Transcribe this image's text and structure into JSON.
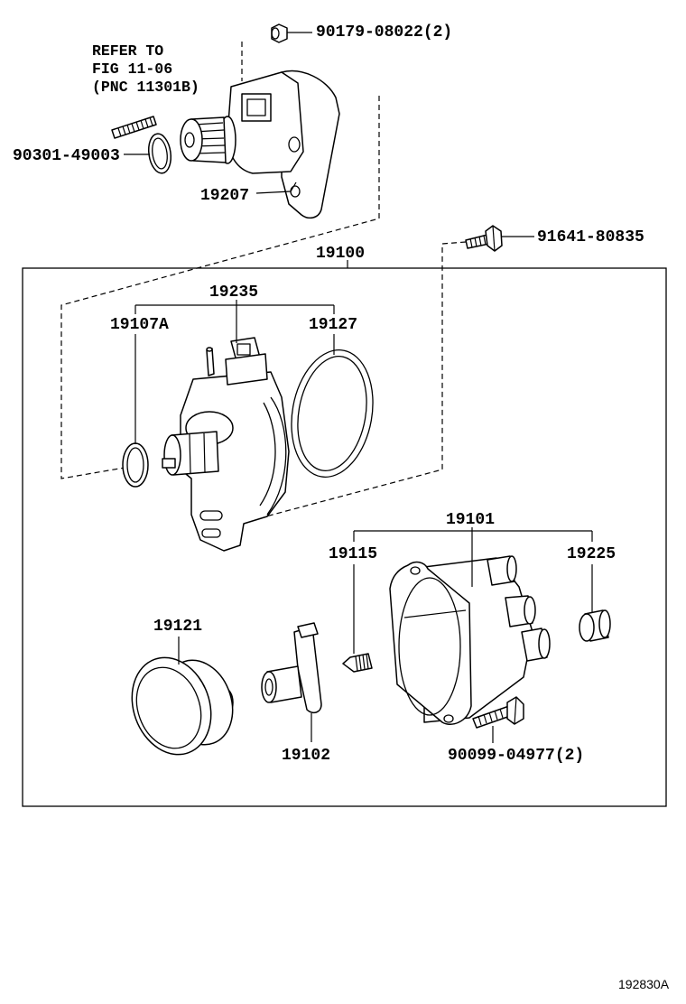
{
  "diagram": {
    "note_lines": [
      "REFER TO",
      "FIG 11-06",
      "(PNC 11301B)"
    ],
    "callouts": {
      "top_nut": "90179-08022(2)",
      "top_o_ring": "90301-49003",
      "top_housing": "19207",
      "top_bolt": "91641-80835",
      "assembly_box": "19100",
      "connector": "19235",
      "small_o_ring": "19107A",
      "large_ring": "19127",
      "cap_group": "19101",
      "spring": "19115",
      "cap_insert": "19225",
      "cover": "19121",
      "rotor": "19102",
      "cap_bolt": "90099-04977(2)"
    },
    "figure_code": "192830A"
  }
}
